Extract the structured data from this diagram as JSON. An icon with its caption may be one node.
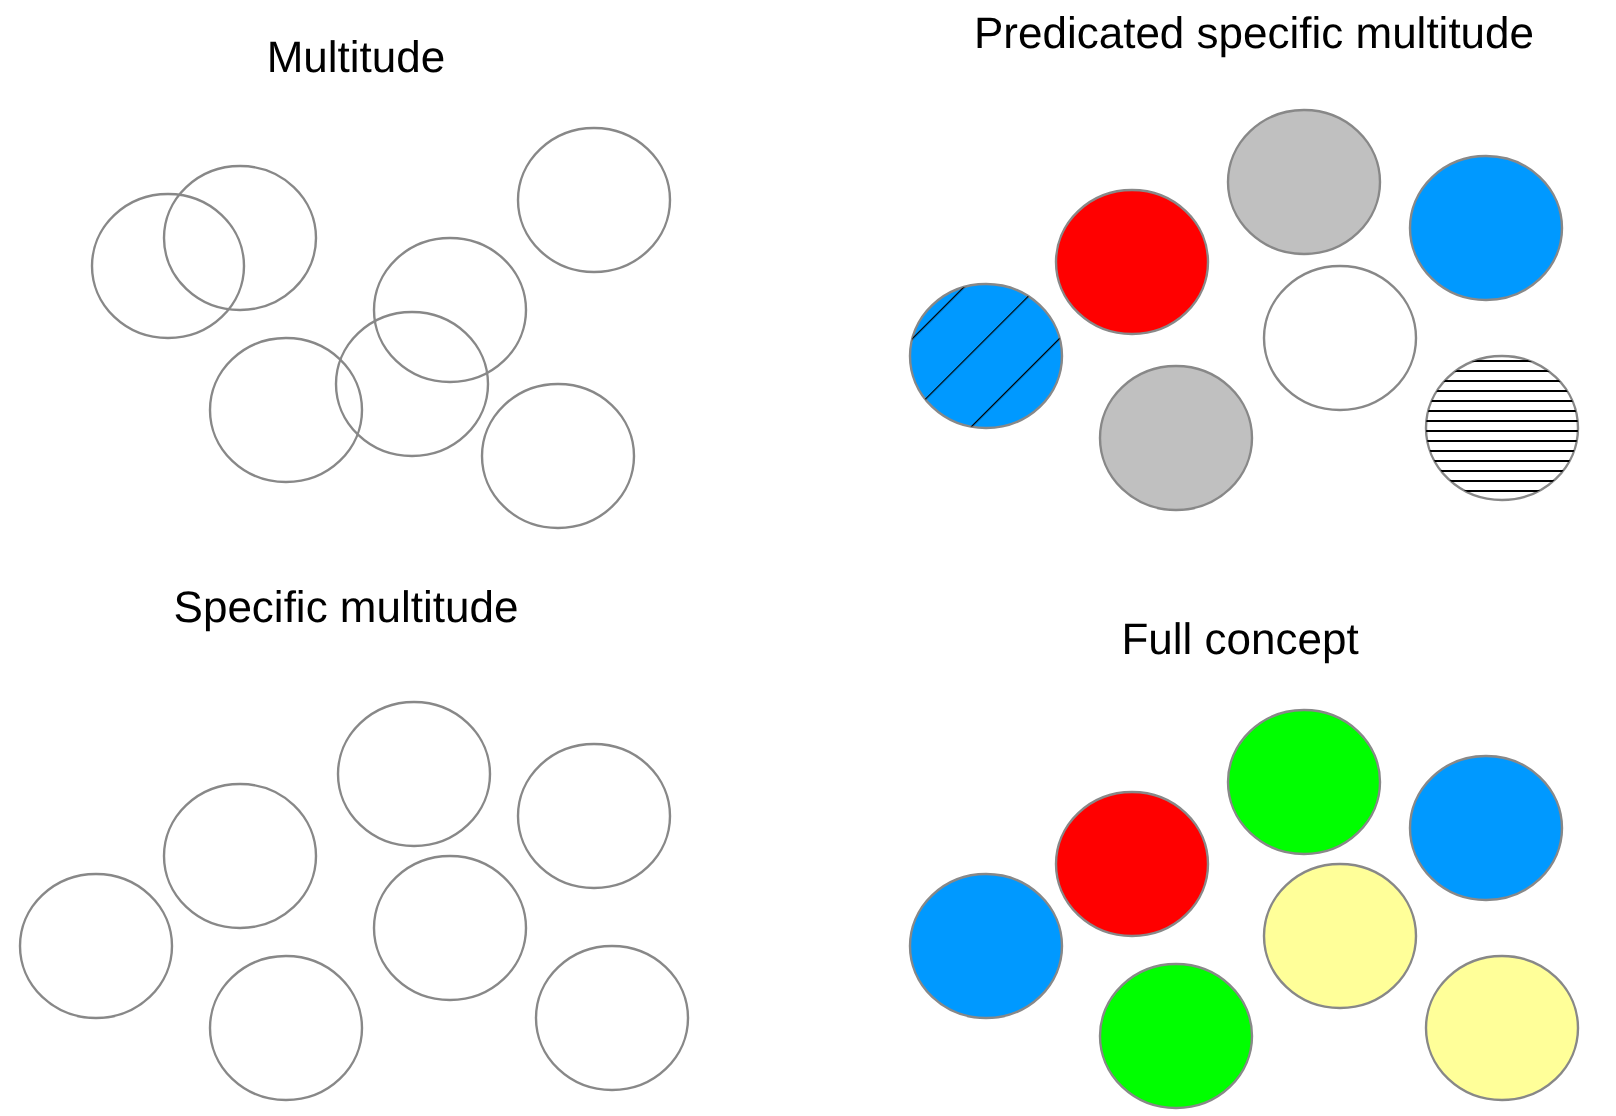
{
  "diagram": {
    "labels": [
      "Multitude",
      "Predicated specific multitude",
      "Specific multitude",
      "Full concept"
    ]
  }
}
